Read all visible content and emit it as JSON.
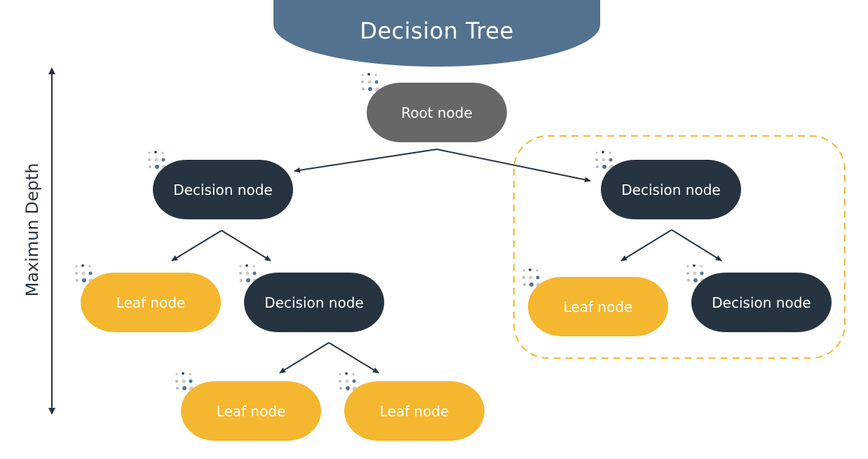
{
  "title": "Decision Tree",
  "depth_label": "Maximun Depth",
  "nodes": {
    "root": "Root node",
    "decision_left": "Decision node",
    "decision_right": "Decision node",
    "leaf_l2_left": "Leaf node",
    "decision_l2_mid": "Decision node",
    "leaf_l2_right": "Leaf node",
    "decision_l2_right": "Decision node",
    "leaf_l3_left": "Leaf node",
    "leaf_l3_right": "Leaf node"
  },
  "colors": {
    "banner": "#52728f",
    "root": "#676767",
    "decision": "#263340",
    "leaf": "#f5b730",
    "arrow": "#263340",
    "subtree_highlight": "#f5b730"
  }
}
